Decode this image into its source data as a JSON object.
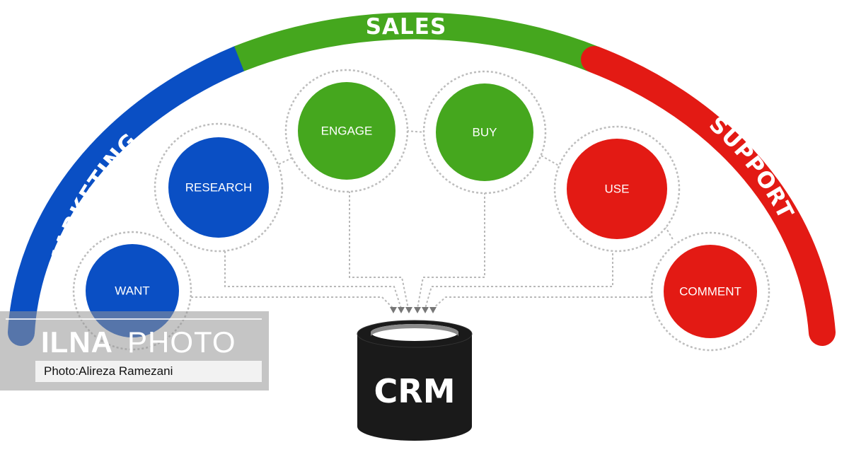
{
  "arcs": {
    "marketing": {
      "label": "MARKETING",
      "color": "#0a4fc4"
    },
    "sales": {
      "label": "SALES",
      "color": "#45a71e"
    },
    "support": {
      "label": "SUPPORT",
      "color": "#e31a14"
    }
  },
  "nodes": {
    "want": {
      "label": "WANT",
      "color": "#0a4fc4"
    },
    "research": {
      "label": "RESEARCH",
      "color": "#0a4fc4"
    },
    "engage": {
      "label": "ENGAGE",
      "color": "#45a71e"
    },
    "buy": {
      "label": "BUY",
      "color": "#45a71e"
    },
    "use": {
      "label": "USE",
      "color": "#e31a14"
    },
    "comment": {
      "label": "COMMENT",
      "color": "#e31a14"
    }
  },
  "crm": {
    "label": "CRM"
  },
  "watermark": {
    "brand_bold": "ILNA",
    "brand_light": "PHOTO",
    "credit": "Photo:Alireza Ramezani"
  }
}
